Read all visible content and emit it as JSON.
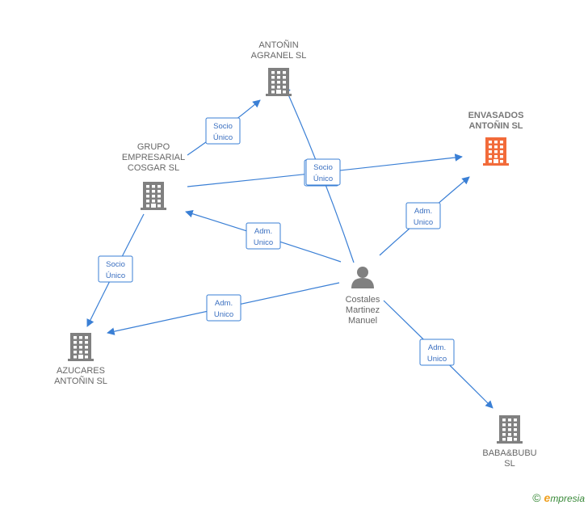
{
  "nodes": [
    {
      "id": "antonin-agranel",
      "lines": [
        "ANTOÑIN",
        "AGRANEL  SL"
      ],
      "type": "company",
      "color": "#808080",
      "highlight": false
    },
    {
      "id": "envasados-antonin",
      "lines": [
        "ENVASADOS",
        "ANTOÑIN  SL"
      ],
      "type": "company",
      "color": "#f26b3a",
      "highlight": true
    },
    {
      "id": "grupo-cosgar",
      "lines": [
        "GRUPO",
        "EMPRESARIAL",
        "COSGAR  SL"
      ],
      "type": "company",
      "color": "#808080",
      "highlight": false
    },
    {
      "id": "azucares-antonin",
      "lines": [
        "AZUCARES",
        "ANTOÑIN SL"
      ],
      "type": "company",
      "color": "#808080",
      "highlight": false
    },
    {
      "id": "baba-bubu",
      "lines": [
        "BABA&BUBU",
        "SL"
      ],
      "type": "company",
      "color": "#808080",
      "highlight": false
    },
    {
      "id": "costales-manuel",
      "lines": [
        "Costales",
        "Martinez",
        "Manuel"
      ],
      "type": "person",
      "color": "#808080",
      "highlight": false
    }
  ],
  "edges": [
    {
      "from": "grupo-cosgar",
      "to": "antonin-agranel",
      "label": [
        "Socio",
        "Único"
      ]
    },
    {
      "from": "grupo-cosgar",
      "to": "envasados-antonin",
      "label": [
        "Socio",
        "Único"
      ]
    },
    {
      "from": "costales-manuel",
      "to": "antonin-agranel",
      "label": [
        "Socio",
        "Único"
      ]
    },
    {
      "from": "costales-manuel",
      "to": "envasados-antonin",
      "label": [
        "Adm.",
        "Unico"
      ]
    },
    {
      "from": "costales-manuel",
      "to": "grupo-cosgar",
      "label": [
        "Adm.",
        "Unico"
      ]
    },
    {
      "from": "grupo-cosgar",
      "to": "azucares-antonin",
      "label": [
        "Socio",
        "Único"
      ]
    },
    {
      "from": "costales-manuel",
      "to": "azucares-antonin",
      "label": [
        "Adm.",
        "Unico"
      ]
    },
    {
      "from": "costales-manuel",
      "to": "baba-bubu",
      "label": [
        "Adm.",
        "Unico"
      ]
    }
  ],
  "brand": {
    "copyright": "©",
    "initial": "e",
    "name": "mpresia"
  },
  "colors": {
    "edge": "#3a7fd5",
    "company": "#808080",
    "highlight": "#f26b3a"
  }
}
